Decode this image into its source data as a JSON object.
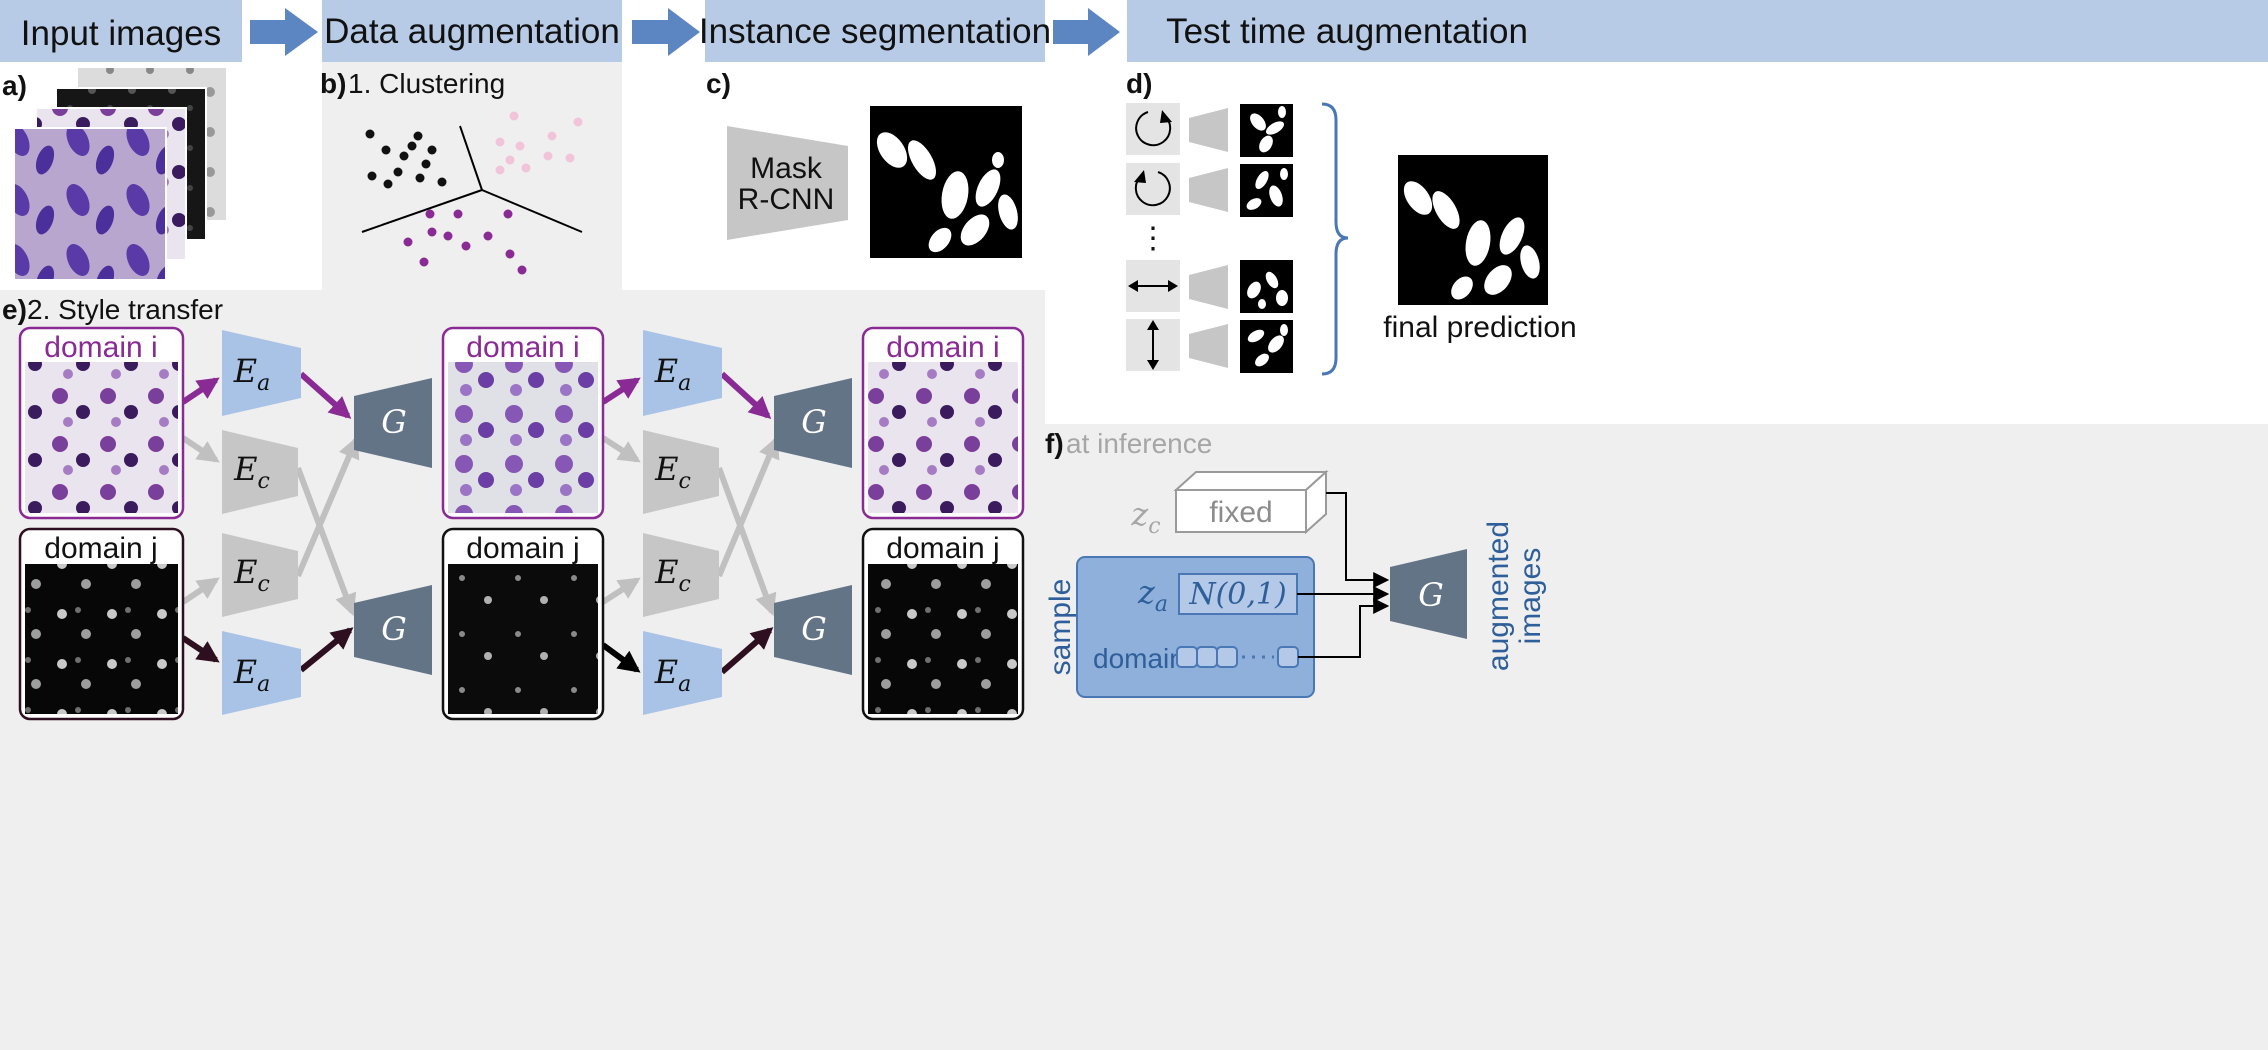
{
  "stages": {
    "input": "Input images",
    "augmentation": "Data augmentation",
    "segmentation": "Instance segmentation",
    "tta": "Test time augmentation"
  },
  "panel_a": {
    "tag": "a)"
  },
  "panel_b": {
    "tag": "b)",
    "title": "1. Clustering"
  },
  "panel_c": {
    "tag": "c)",
    "model_line1": "Mask",
    "model_line2": "R-CNN"
  },
  "panel_d": {
    "tag": "d)",
    "ellipsis": "⋮",
    "final_label": "final prediction"
  },
  "panel_e": {
    "tag": "e)",
    "title": "2. Style transfer",
    "domain_i": "domain i",
    "domain_j": "domain j",
    "enc_a": "E",
    "enc_a_sub": "a",
    "enc_c": "E",
    "enc_c_sub": "c",
    "gen": "G"
  },
  "panel_f": {
    "tag": "f)",
    "title": "at inference",
    "zc": "z",
    "zc_sub": "c",
    "fixed": "fixed",
    "za": "z",
    "za_sub": "a",
    "normal": "N(0,1)",
    "domain": "domain",
    "sample": "sample",
    "gen": "G",
    "output_line1": "augmented",
    "output_line2": "images"
  },
  "colors": {
    "header_bg": "#b7cbe6",
    "stage_arrow": "#5b86c2",
    "panel_gray": "#efefef",
    "encoder_a": "#a9c3e6",
    "encoder_c": "#c6c6c6",
    "generator": "#647487",
    "domain_i": "#8a2a95",
    "domain_j": "#2e0f1f",
    "sample_box": "#8fb0da"
  }
}
